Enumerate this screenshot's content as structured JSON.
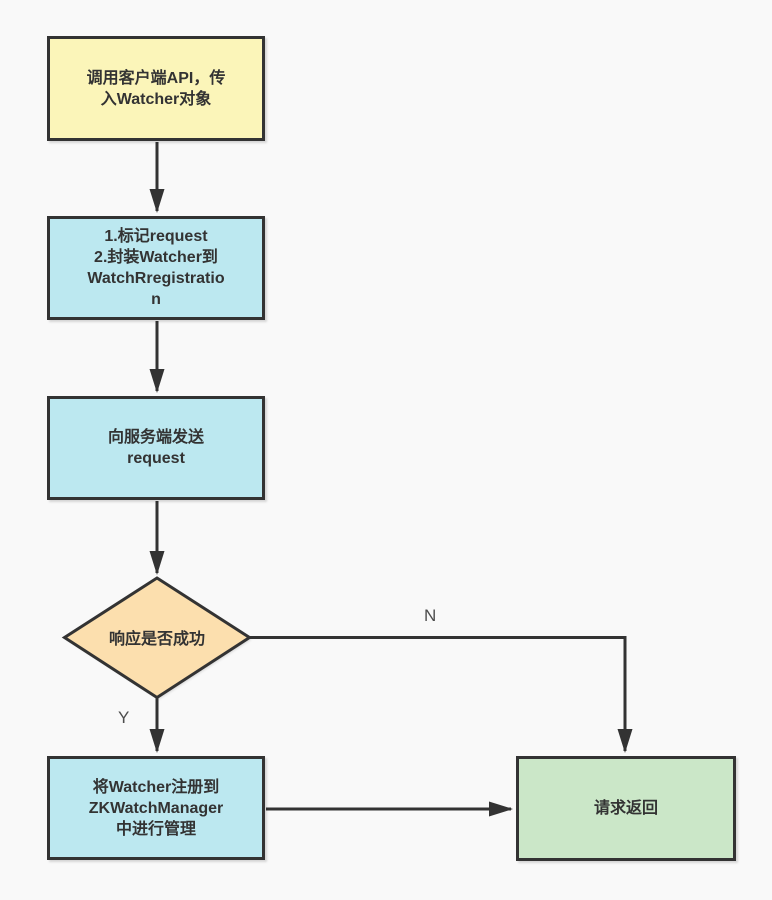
{
  "diagram": {
    "type": "flowchart",
    "background_color": "#f9f9f9",
    "stroke_color": "#333333",
    "text_color": "#333333",
    "nodes": [
      {
        "id": "call-client-api",
        "shape": "process",
        "fill": "#fbf5b9",
        "label": "调用客户端API，传\n入Watcher对象"
      },
      {
        "id": "mark-request",
        "shape": "process",
        "fill": "#bce8f0",
        "label": "1.标记request\n2.封装Watcher到\nWatchRregistratio\nn"
      },
      {
        "id": "send-request",
        "shape": "process",
        "fill": "#bce8f0",
        "label": "向服务端发送\nrequest"
      },
      {
        "id": "response-success",
        "shape": "decision",
        "fill": "#fcdfae",
        "label": "响应是否成功"
      },
      {
        "id": "register-watcher",
        "shape": "process",
        "fill": "#bce8f0",
        "label": "将Watcher注册到\nZKWatchManager\n中进行管理"
      },
      {
        "id": "request-return",
        "shape": "process",
        "fill": "#cbe7c8",
        "label": "请求返回"
      }
    ],
    "edge_labels": {
      "no_branch": "N",
      "yes_branch": "Y"
    }
  }
}
